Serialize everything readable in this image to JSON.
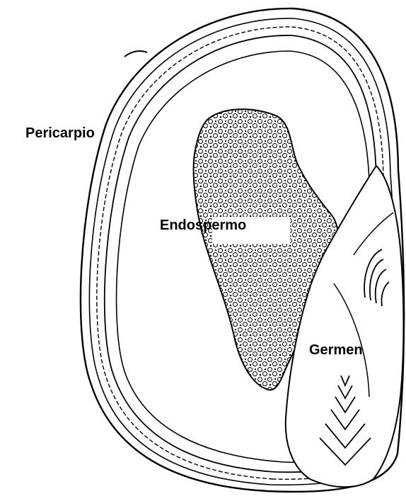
{
  "labels": {
    "pericarp": "Pericarpio",
    "endosperm": "Endospermo",
    "germ": "Germen"
  },
  "colors": {
    "ink": "#000000",
    "background": "#ffffff"
  }
}
